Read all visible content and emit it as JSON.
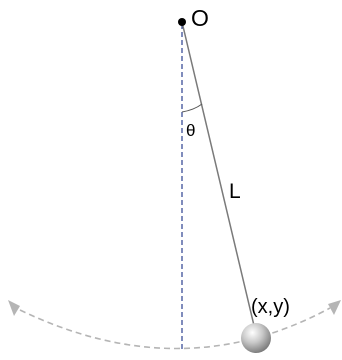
{
  "diagram": {
    "pivot_label": "O",
    "angle_label": "θ",
    "length_label": "L",
    "bob_label": "(x,y)"
  },
  "colors": {
    "rod": "#7a7a7a",
    "vertical_reference": "#2b3f8f",
    "swing_path": "#b5b5b5",
    "pivot": "#000000",
    "bob_light": "#ffffff",
    "bob_dark": "#7a7a7a"
  },
  "icons": [
    "pivot-dot-icon",
    "pendulum-bob-icon",
    "swing-arrow-left-icon",
    "swing-arrow-right-icon"
  ]
}
